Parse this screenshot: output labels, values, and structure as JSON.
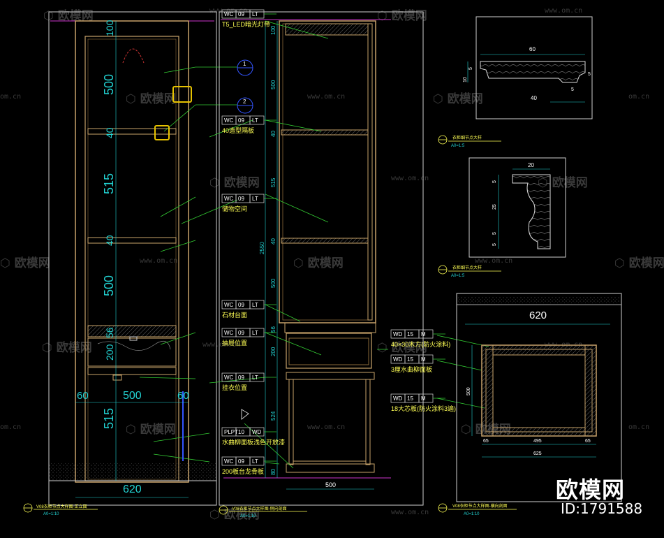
{
  "watermark": {
    "text": "欧模网",
    "url": "www.om.cn",
    "url_short": "om.cn"
  },
  "brand": {
    "name": "欧模网",
    "id": "ID:1791588"
  },
  "colors": {
    "background": "#000000",
    "frame": "#c9a36a",
    "dimension_cyan": "#22d3d3",
    "leader_green": "#33cc33",
    "text_yellow": "#ffff55",
    "highlight_yellow": "#e6c200",
    "magenta_line": "#cc33cc"
  },
  "front_elevation": {
    "dims_vertical": [
      "100",
      "500",
      "40",
      "515",
      "40",
      "500",
      "56",
      "200",
      "515"
    ],
    "dims_bottom_upper": [
      "60",
      "500",
      "60"
    ],
    "dims_bottom_total": "620",
    "title": "V08衣柜节点大样图-正立面",
    "scale": "A0=1:10"
  },
  "callouts": {
    "detail_1": "1",
    "detail_2": "2"
  },
  "side_section": {
    "tags": [
      {
        "a": "WC",
        "b": "09",
        "c": "LT",
        "note": "T5_LED暗光灯带"
      },
      {
        "a": "WC",
        "b": "09",
        "c": "LT",
        "note": "40造型隔板"
      },
      {
        "a": "WC",
        "b": "09",
        "c": "LT",
        "note": "储物空间"
      },
      {
        "a": "WC",
        "b": "09",
        "c": "LT",
        "note": "石材台面"
      },
      {
        "a": "WC",
        "b": "09",
        "c": "LT",
        "note": "抽屉位置"
      },
      {
        "a": "WC",
        "b": "09",
        "c": "LT",
        "note": "挂衣位置"
      },
      {
        "a": "PLPT",
        "b": "10",
        "c": "WD",
        "note": "水曲柳面板浅色开放漆"
      },
      {
        "a": "WC",
        "b": "09",
        "c": "LT",
        "note": "200板台龙骨板"
      }
    ],
    "dims_vertical": [
      "100",
      "500",
      "40",
      "515",
      "40",
      "500",
      "56",
      "200",
      "524",
      "80"
    ],
    "dim_total": "2550",
    "dim_bottom": "500",
    "title": "V08衣柜节点大样图-侧向剖面",
    "scale": "A0=1:10"
  },
  "right_tags": [
    {
      "a": "WD",
      "b": "15",
      "c": "M",
      "note": "40×30木方(防火涂料)"
    },
    {
      "a": "WD",
      "b": "15",
      "c": "M",
      "note": "3厘水曲柳面板"
    },
    {
      "a": "WD",
      "b": "15",
      "c": "M",
      "note": "18大芯板(防火涂料3遍)"
    }
  ],
  "detail_a": {
    "dims": [
      "60",
      "10",
      "5",
      "5",
      "5",
      "40"
    ],
    "title": "衣柜细节点大样",
    "scale": "A0=1:5"
  },
  "detail_b": {
    "dims": [
      "20",
      "5",
      "25",
      "5",
      "5"
    ],
    "title": "衣柜细节点大样",
    "scale": "A0=1:5"
  },
  "plan_section": {
    "dims_top": "620",
    "dim_side": "500",
    "dims_bottom": [
      "65",
      "495",
      "65"
    ],
    "dim_total": "625",
    "title": "V08衣柜节点大样图-横向剖面",
    "scale": "A0=1:10"
  }
}
